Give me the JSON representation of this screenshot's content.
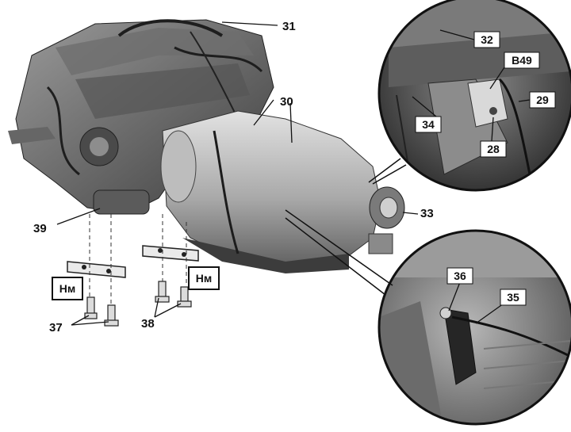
{
  "labels": {
    "l31": "31",
    "l30": "30",
    "l32": "32",
    "lb49": "B49",
    "l29": "29",
    "l34": "34",
    "l28": "28",
    "l33": "33",
    "l39": "39",
    "l36": "36",
    "l35": "35",
    "l37": "37",
    "l38": "38"
  },
  "torque_badges": {
    "left": "Нм",
    "right": "Нм"
  },
  "colors": {
    "metal_dark": "#3a3a3a",
    "metal_mid": "#8a8a8a",
    "metal_light": "#cfcfcf",
    "ink": "#111111"
  }
}
